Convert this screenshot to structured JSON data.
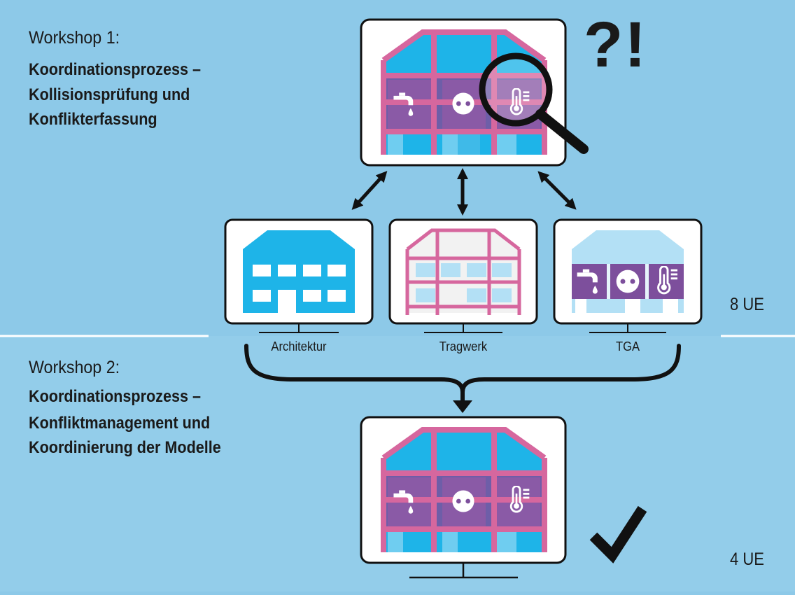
{
  "workshop1": {
    "title": "Workshop 1:",
    "line1": "Koordinationsprozess –",
    "line2": "Kollisionsprüfung und",
    "line3": "Konflikterfassung",
    "units": "8 UE"
  },
  "workshop2": {
    "title": "Workshop 2:",
    "line1": "Koordinationsprozess –",
    "line2": "Konfliktmanagement und",
    "line3": "Koordinierung der Modelle",
    "units": "4 UE"
  },
  "monitors": {
    "architektur": "Architektur",
    "tragwerk": "Tragwerk",
    "tga": "TGA"
  },
  "symbols": {
    "problem": "?!",
    "done_icon": "checkmark-icon",
    "inspect_icon": "magnifier-icon"
  },
  "colors": {
    "background_top": "#8dc9e8",
    "background_bottom": "#93cdea",
    "architecture_blue": "#1eb4e8",
    "structure_pink": "#d6679e",
    "services_purple": "#7d4f9c",
    "light_blue": "#b3e0f5"
  }
}
